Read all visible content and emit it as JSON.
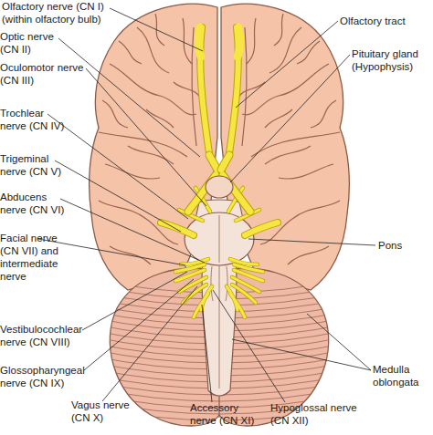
{
  "diagram": {
    "labels": [
      "Olfactory nerve (CN I) (within olfactory bulb)",
      "Optic nerve (CN II)",
      "Oculomotor nerve (CN III)",
      "Trochlear nerve (CN IV)",
      "Trigeminal nerve (CN V)",
      "Abducens nerve (CN VI)",
      "Facial nerve (CN VII) and intermediate nerve",
      "Vestibulocochlear nerve (CN VIII)",
      "Glossopharyngeal nerve (CN IX)",
      "Vagus nerve (CN X)",
      "Accessory nerve (CN XI)",
      "Hypoglossal nerve (CN XII)",
      "Olfactory tract",
      "Pituitary gland (Hypophysis)",
      "Pons",
      "Medulla oblongata"
    ]
  }
}
